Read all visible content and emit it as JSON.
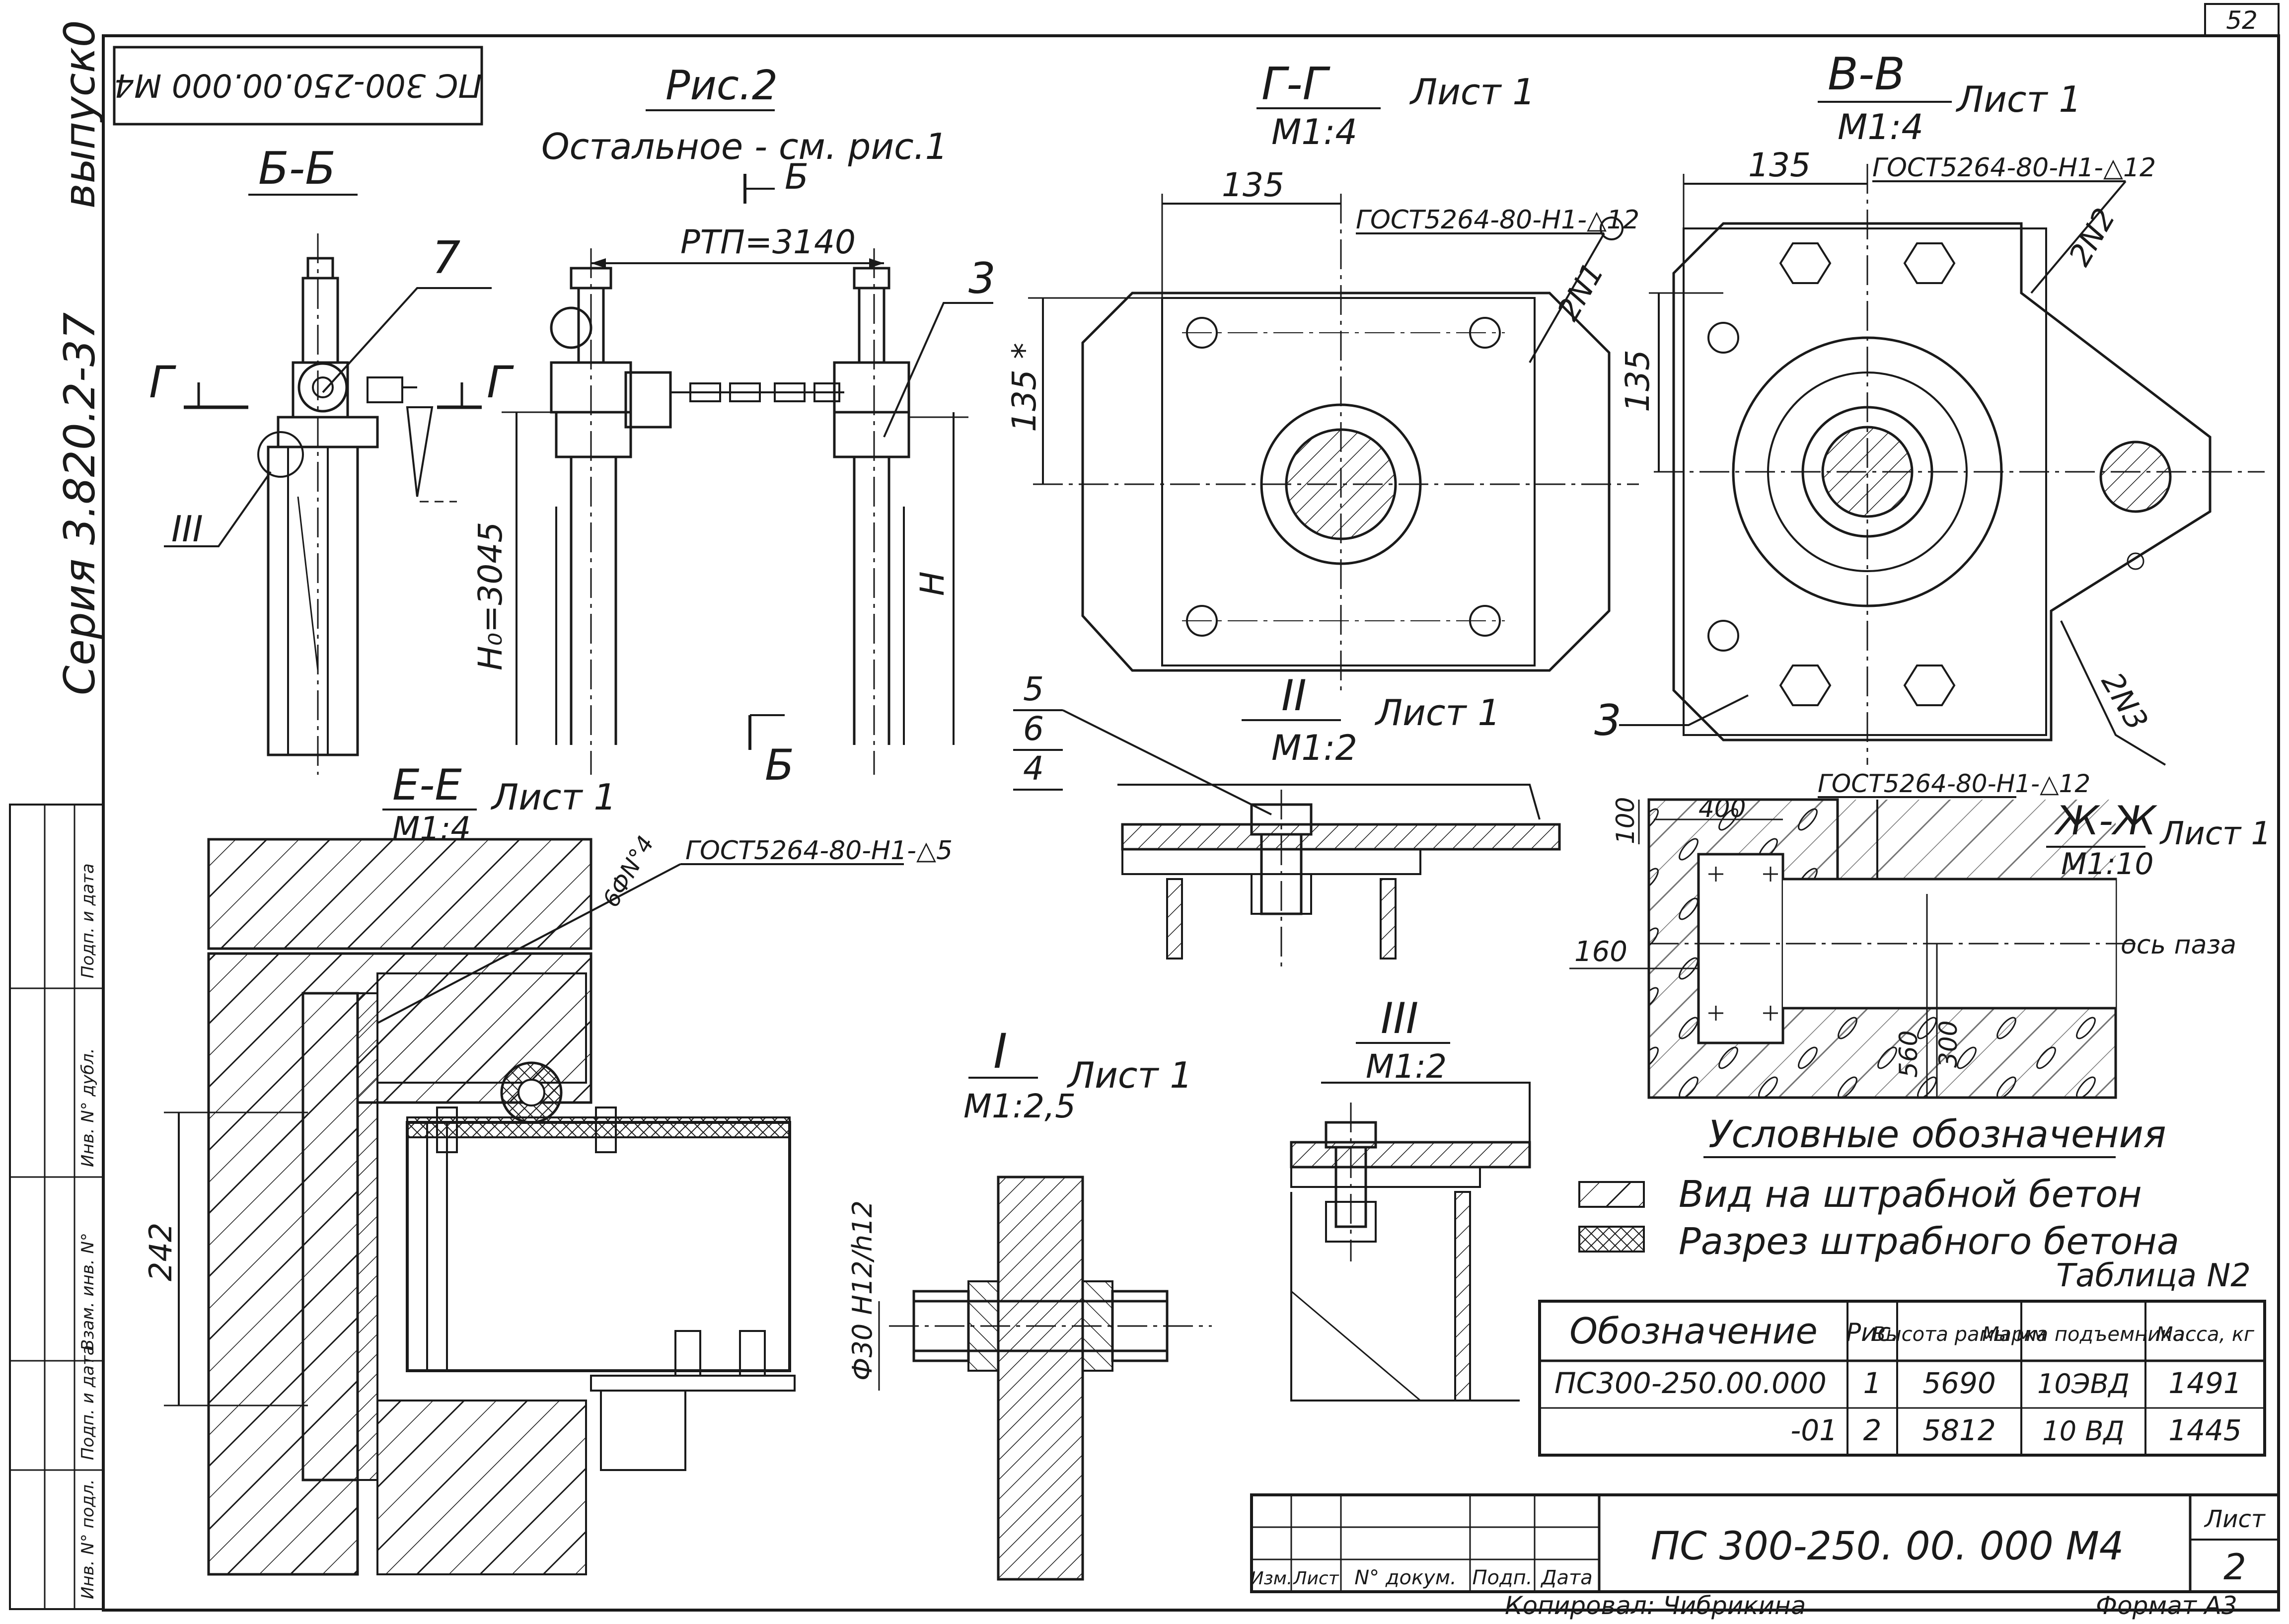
{
  "sheet_number": "52",
  "side_strip": {
    "series": "Серия 3.820.2-37",
    "issue": "выпуск0"
  },
  "stamp_box": "ПС 300-250.00.000 М4",
  "fig": {
    "title": "Рис.2",
    "note": "Остальное - см. рис.1",
    "arrow_b": "Б",
    "rtp": "РТП=3140",
    "h0": "Н₀=3045",
    "h": "Н",
    "callout_3": "3"
  },
  "views": {
    "bb": {
      "title": "Б-Б",
      "callout_7": "7",
      "g_mark": "Г",
      "roman_3": "III"
    },
    "gg": {
      "title": "Г-Г",
      "scale": "М1:4",
      "sheet": "Лист 1",
      "dim_135": "135",
      "dim_135v": "135 *",
      "weld": "ГОСТ5264-80-Н1-△12",
      "callout": "2N1"
    },
    "vv": {
      "title": "В-В",
      "scale": "М1:4",
      "sheet": "Лист 1",
      "dim_135": "135",
      "dim_135v": "135",
      "weld": "ГОСТ5264-80-Н1-△12",
      "callout_2n2": "2N2",
      "callout_2n3": "2N3",
      "callout_3": "3"
    },
    "ee": {
      "title": "Е-Е",
      "scale": "М1:4",
      "sheet": "Лист 1",
      "weld": "ГОСТ5264-80-Н1-△5",
      "rebar": "6ФN°4",
      "dim_242": "242"
    },
    "sec2": {
      "title": "II",
      "scale": "М1:2",
      "sheet": "Лист 1",
      "n5": "5",
      "n6": "6",
      "n4": "4"
    },
    "sec1": {
      "title": "I",
      "scale": "М1:2,5",
      "sheet": "Лист 1",
      "fit": "Ф30 Н12/h12"
    },
    "sec3": {
      "title": "III",
      "scale": "М1:2"
    },
    "zz": {
      "title": "Ж-Ж",
      "scale": "М1:10",
      "sheet": "Лист 1",
      "weld": "ГОСТ5264-80-Н1-△12",
      "d100": "100",
      "d400": "400",
      "d160": "160",
      "d560": "560",
      "d300": "300",
      "axis": "ось паза"
    }
  },
  "legend": {
    "title": "Условные обозначения",
    "items": [
      {
        "label": "Вид на штрабной бетон"
      },
      {
        "label": "Разрез штрабного бетона"
      }
    ]
  },
  "table": {
    "caption": "Таблица N2",
    "headers": [
      "Обозначение",
      "Рис.",
      "Высота рамы мм",
      "Марка подъемника",
      "Масса, кг"
    ],
    "rows": [
      [
        "ПС300-250.00.000",
        "1",
        "5690",
        "10ЭВД",
        "1491"
      ],
      [
        "-01",
        "2",
        "5812",
        "10 ВД",
        "1445"
      ]
    ]
  },
  "title_block": {
    "headers": [
      "Изм.",
      "Лист",
      "N° докум.",
      "Подп.",
      "Дата"
    ],
    "designation": "ПС 300-250. 00. 000 М4",
    "sheet_label": "Лист",
    "sheet_no": "2"
  },
  "left_columns": [
    "Инв. N° подл.",
    "Подп. и дата",
    "Взам. инв. N°",
    "Инв. N° дубл.",
    "Подп. и дата"
  ],
  "footer": {
    "copied": "Копировал: Чибрикина",
    "format": "Формат А3"
  }
}
